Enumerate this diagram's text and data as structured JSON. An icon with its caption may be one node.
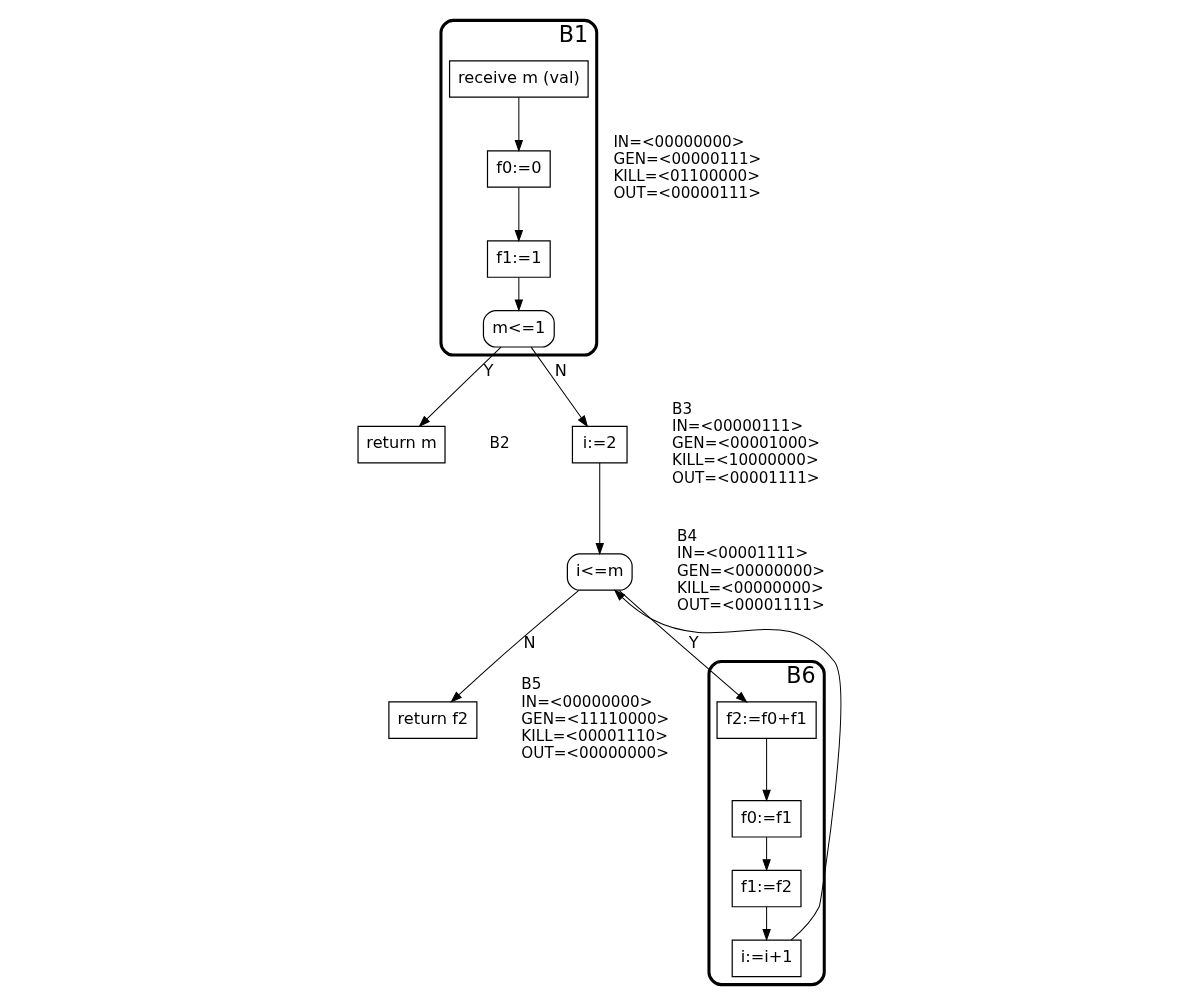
{
  "diagram": {
    "nodes": [
      {
        "text": [
          "B1"
        ],
        "beside": [
          "IN=<00000000>",
          "GEN=<00000111>",
          "KILL=<01100000>",
          "OUT=<00000111>"
        ]
      },
      {
        "text": [
          "receive m (val)"
        ],
        "in": 0
      },
      {
        "text": [
          "f0:=0"
        ],
        "in": 0
      },
      {
        "text": [
          "f1:=1"
        ],
        "in": 0
      },
      {
        "text": [
          "m<=1"
        ],
        "in": 0
      },
      {
        "text": [
          "return m"
        ],
        "beside": [
          "B2"
        ]
      },
      {
        "text": [
          "i:=2"
        ],
        "beside": [
          "B3",
          "IN=<00000111>",
          "GEN=<00001000>",
          "KILL=<10000000>",
          "OUT=<00001111>"
        ]
      },
      {
        "text": [
          "i<=m"
        ],
        "beside": [
          "B4",
          "IN=<00001111>",
          "GEN=<00000000>",
          "KILL=<00000000>",
          "OUT=<00001111>"
        ]
      },
      {
        "text": [
          "return f2"
        ],
        "beside": [
          "B5",
          "IN=<00000000>",
          "GEN=<11110000>",
          "KILL=<00001110>",
          "OUT=<00000000>"
        ]
      },
      {
        "text": [
          "B6"
        ]
      },
      {
        "text": [
          "f2:=f0+f1"
        ],
        "in": 9
      },
      {
        "text": [
          "f0:=f1"
        ],
        "in": 9
      },
      {
        "text": [
          "f1:=f2"
        ],
        "in": 9
      },
      {
        "text": [
          "i:=i+1"
        ],
        "in": 9
      }
    ],
    "edges": [
      {
        "from": 1,
        "to": 2,
        "arrow": "to"
      },
      {
        "from": 2,
        "to": 3,
        "arrow": "to"
      },
      {
        "from": 3,
        "to": 4,
        "arrow": "to"
      },
      {
        "from": 4,
        "to": 5,
        "arrow": "to",
        "label": "Y"
      },
      {
        "from": 4,
        "to": 6,
        "arrow": "to",
        "label": "N"
      },
      {
        "from": 6,
        "to": 7,
        "arrow": "to"
      },
      {
        "from": 7,
        "to": 8,
        "arrow": "to",
        "label": "N"
      },
      {
        "from": 7,
        "to": 10,
        "arrow": "to",
        "label": "Y"
      },
      {
        "from": 10,
        "to": 11,
        "arrow": "to"
      },
      {
        "from": 11,
        "to": 12,
        "arrow": "to"
      },
      {
        "from": 12,
        "to": 13,
        "arrow": "to"
      },
      {
        "from": 13,
        "to": 7,
        "arrow": "to"
      }
    ]
  }
}
